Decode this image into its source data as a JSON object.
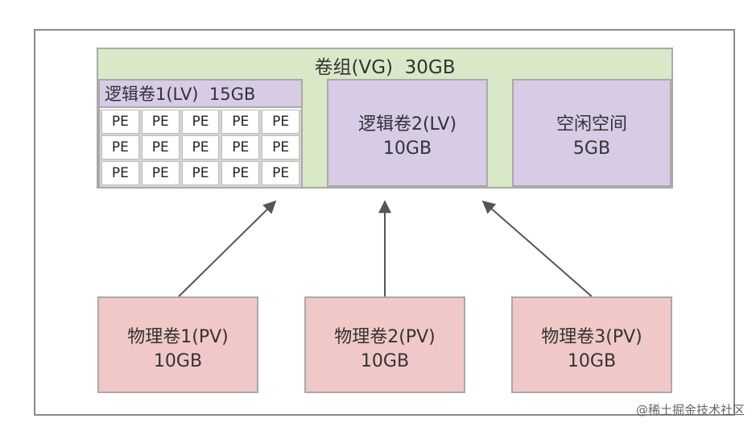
{
  "volume_group": {
    "title": "卷组(VG)  30GB"
  },
  "logical_volume_1": {
    "header": "逻辑卷1(LV)  15GB",
    "pe_label": "PE",
    "pe_rows": [
      [
        "PE",
        "PE",
        "PE",
        "PE",
        "PE"
      ],
      [
        "PE",
        "PE",
        "PE",
        "PE",
        "PE"
      ],
      [
        "PE",
        "PE",
        "PE",
        "PE",
        "PE"
      ]
    ]
  },
  "logical_volume_2": {
    "line1": "逻辑卷2(LV)",
    "line2": "10GB"
  },
  "free_space": {
    "line1": "空闲空间",
    "line2": "5GB"
  },
  "physical_volumes": [
    {
      "line1": "物理卷1(PV)",
      "line2": "10GB"
    },
    {
      "line1": "物理卷2(PV)",
      "line2": "10GB"
    },
    {
      "line1": "物理卷3(PV)",
      "line2": "10GB"
    }
  ],
  "watermark": "@稀土掘金技术社区",
  "colors": {
    "vg_fill": "#d9e8c6",
    "lv_fill": "#d7cbe6",
    "pv_fill": "#f0c8c8",
    "border": "#a9a9a9",
    "arrow": "#555555"
  }
}
